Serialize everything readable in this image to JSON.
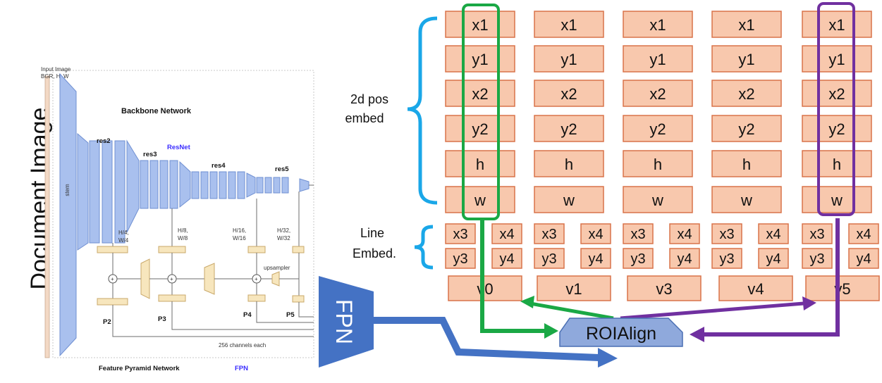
{
  "document_image_label": "Document Image",
  "backbone": {
    "input_label_line1": "Input Image",
    "input_label_line2": "BGR, H, W",
    "title": "Backbone Network",
    "resnet_label": "ResNet",
    "stem_label": "stem",
    "stages": [
      "res2",
      "res3",
      "res4",
      "res5"
    ],
    "scales": [
      {
        "line1": "H/4,",
        "line2": "W/4"
      },
      {
        "line1": "H/8,",
        "line2": "W/8"
      },
      {
        "line1": "H/16,",
        "line2": "W/16"
      },
      {
        "line1": "H/32,",
        "line2": "W/32"
      }
    ],
    "upsampler_label": "upsampler",
    "outputs": [
      "P2",
      "P3",
      "P4",
      "P5"
    ],
    "channels_label": "256 channels each",
    "fpn_title": "Feature Pyramid Network",
    "fpn_short": "FPN",
    "accent_blue": "#3a2cff"
  },
  "fpn_block_label": "FPN",
  "roialign_label": "ROIAlign",
  "pos_embed_label_line1": "2d pos",
  "pos_embed_label_line2": "embed",
  "line_embed_label_line1": "Line",
  "line_embed_label_line2": "Embed.",
  "pos_rows": [
    "x1",
    "y1",
    "x2",
    "y2",
    "h",
    "w"
  ],
  "line_rows": [
    [
      "x3",
      "x4"
    ],
    [
      "y3",
      "y4"
    ]
  ],
  "tokens": [
    "v0",
    "v1",
    "v3",
    "v4",
    "v5"
  ],
  "colors": {
    "cell_fill": "#f8c8ad",
    "cell_border": "#d9734a",
    "brace": "#1aa7e8",
    "green": "#1aa845",
    "purple": "#7030a0",
    "fpn_blue": "#4472c4",
    "roialign_fill": "#8fa9dc"
  }
}
